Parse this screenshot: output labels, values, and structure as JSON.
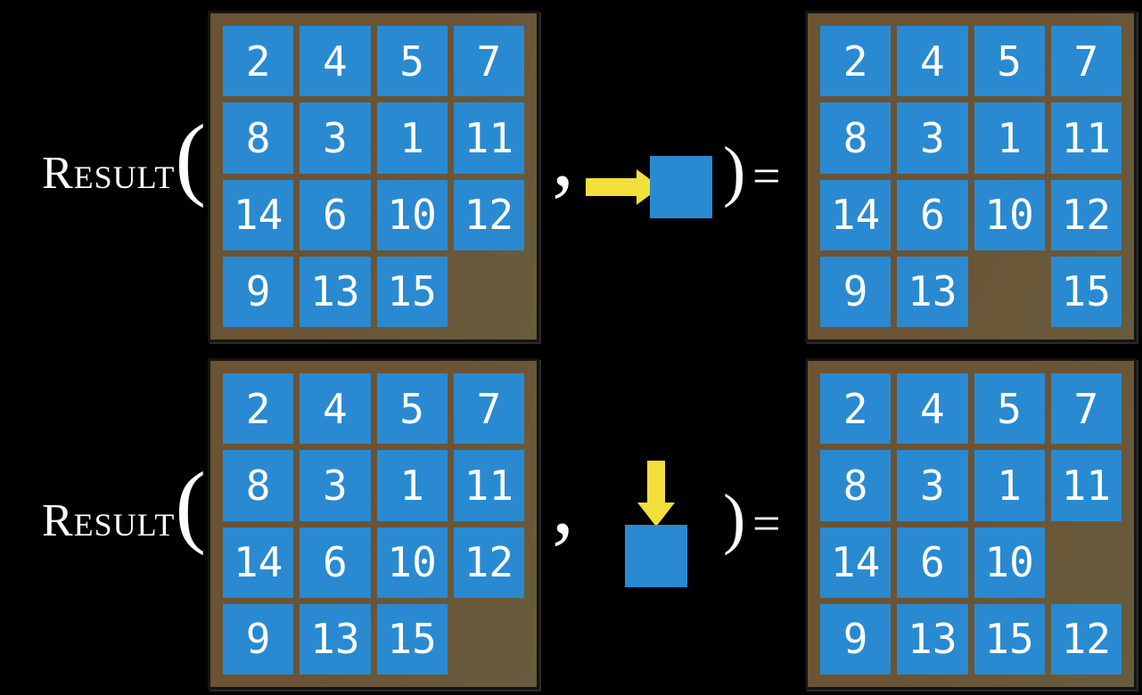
{
  "figure": {
    "description": "RESULT function applied to 15-puzzle states",
    "colors": {
      "background": "#000000",
      "text": "#ffffff",
      "board": "#6B5334",
      "board_light": "#685C3E",
      "board_border": "#151515",
      "tile": "#298AD2",
      "tile_text": "#ffffff",
      "arrow": "#F2DF3A"
    },
    "rows": [
      {
        "label": "Result",
        "open_paren": "(",
        "comma": ",",
        "close_paren": ")",
        "equals": "=",
        "action": {
          "name": "move-tile-right",
          "direction": "right",
          "icon": "yellow-arrow-into-blue-tile"
        },
        "initial_grid": [
          [
            "2",
            "4",
            "5",
            "7"
          ],
          [
            "8",
            "3",
            "1",
            "11"
          ],
          [
            "14",
            "6",
            "10",
            "12"
          ],
          [
            "9",
            "13",
            "15",
            ""
          ]
        ],
        "result_grid": [
          [
            "2",
            "4",
            "5",
            "7"
          ],
          [
            "8",
            "3",
            "1",
            "11"
          ],
          [
            "14",
            "6",
            "10",
            "12"
          ],
          [
            "9",
            "13",
            "",
            "15"
          ]
        ]
      },
      {
        "label": "Result",
        "open_paren": "(",
        "comma": ",",
        "close_paren": ")",
        "equals": "=",
        "action": {
          "name": "move-tile-down",
          "direction": "down",
          "icon": "yellow-arrow-into-blue-tile"
        },
        "initial_grid": [
          [
            "2",
            "4",
            "5",
            "7"
          ],
          [
            "8",
            "3",
            "1",
            "11"
          ],
          [
            "14",
            "6",
            "10",
            "12"
          ],
          [
            "9",
            "13",
            "15",
            ""
          ]
        ],
        "result_grid": [
          [
            "2",
            "4",
            "5",
            "7"
          ],
          [
            "8",
            "3",
            "1",
            "11"
          ],
          [
            "14",
            "6",
            "10",
            ""
          ],
          [
            "9",
            "13",
            "15",
            "12"
          ]
        ]
      }
    ]
  }
}
